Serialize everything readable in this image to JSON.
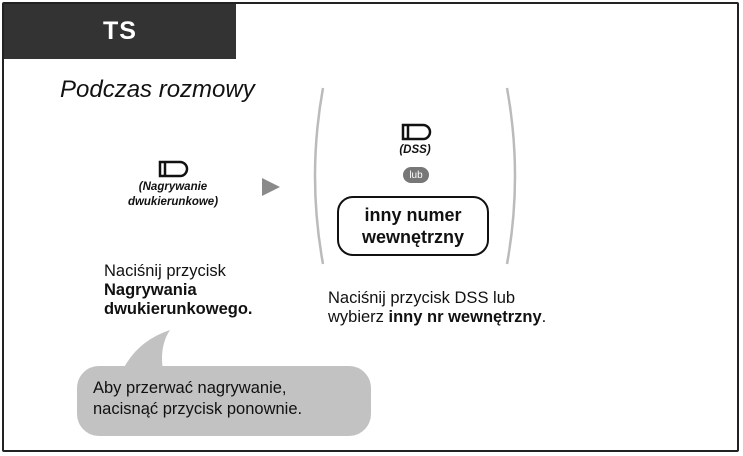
{
  "header": {
    "tab_label": "TS"
  },
  "subtitle": "Podczas rozmowy",
  "step1": {
    "button_icon": "button-icon",
    "caption_line1": "(Nagrywanie",
    "caption_line2": "dwukierunkowe)",
    "instruction_line1": "Naciśnij przycisk",
    "instruction_bold1": "Nagrywania",
    "instruction_bold2": "dwukierunkowego."
  },
  "arrow_icon": "arrow-right-icon",
  "step2": {
    "button_icon": "button-icon",
    "dss_caption": "(DSS)",
    "or_badge": "lub",
    "box_line1": "inny numer",
    "box_line2": "wewnętrzny",
    "instruction_line1": "Naciśnij przycisk DSS lub",
    "instruction_line2_prefix": "wybierz ",
    "instruction_line2_bold": "inny nr wewnętrzny",
    "instruction_line2_suffix": "."
  },
  "tip": {
    "line1": "Aby przerwać nagrywanie,",
    "line2": "nacisnąć przycisk ponownie."
  },
  "colors": {
    "tab_bg": "#333333",
    "bubble_bg": "#c2c2c2",
    "arrow": "#8a8a8a"
  }
}
